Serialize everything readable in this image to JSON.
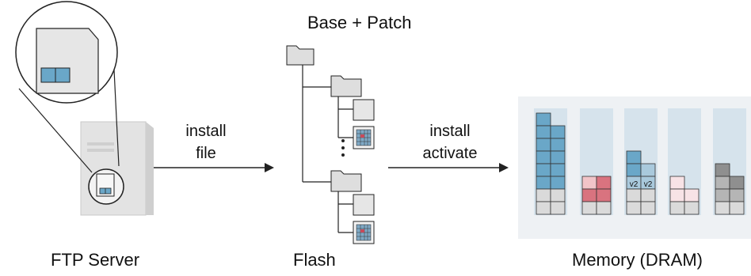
{
  "labels": {
    "ftp_server": "FTP Server",
    "flash": "Flash",
    "memory": "Memory (DRAM)",
    "base_patch": "Base + Patch",
    "install_file_line1": "install",
    "install_file_line2": "file",
    "install_activate_line1": "install",
    "install_activate_line2": "activate",
    "version_tag": "v2"
  },
  "colors": {
    "blue": "#6aa7c8",
    "blue_light": "#a9c9dc",
    "red": "#d9737f",
    "red_light": "#f1c4c8",
    "pink_light": "#f8e3e6",
    "gray_dark": "#8f8f8f",
    "gray_mid": "#b5b5b5",
    "gray_light": "#dadada",
    "panel_bg": "#eef1f4",
    "column_bg": "#d6e3ec",
    "server_body": "#e6e6e6",
    "line": "#222222"
  }
}
